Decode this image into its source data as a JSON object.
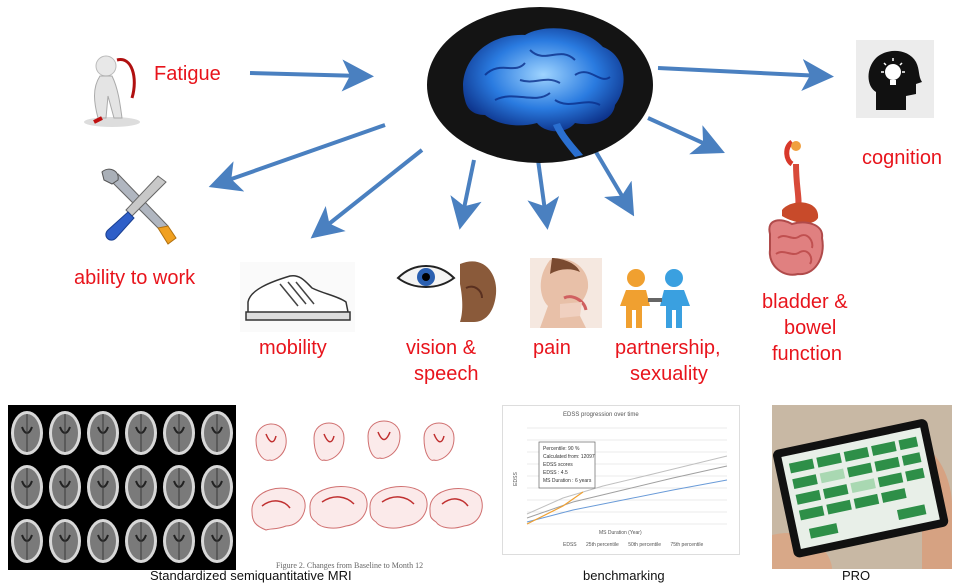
{
  "center": {
    "icon": "brain-icon"
  },
  "symptoms": {
    "fatigue": "Fatigue",
    "cognition": "cognition",
    "work": "ability to work",
    "mobility": "mobility",
    "vision_line1": "vision &",
    "vision_line2": "speech",
    "pain": "pain",
    "partner_line1": "partnership,",
    "partner_line2": "sexuality",
    "bladder_line1": "bladder &",
    "bladder_line2": "bowel",
    "bladder_line3": "function"
  },
  "icons": {
    "fatigue": "exhausted-figure-icon",
    "cognition": "head-lightbulb-icon",
    "work": "tools-icon",
    "mobility": "shoe-icon",
    "vision": "eye-icon",
    "pain": "neck-pain-icon",
    "partner": "two-people-icon",
    "bladder": "digestive-organs-icon"
  },
  "figures": {
    "mri_caption": "Standardized semiquantitative MRI",
    "benchmark_caption": "benchmarking",
    "pro_caption": "PRO",
    "brain_figure_caption": "Figure 2. Changes from Baseline to Month 12",
    "chart_title": "EDSS progression over time",
    "chart_ylabel": "EDSS",
    "chart_xlabel": "MS Duration (Year)",
    "chart_box_l1": "Percentile:  90 %",
    "chart_box_l2": "Calculated from: 12097",
    "chart_box_l3": "EDSS scores",
    "chart_box_l4": "EDSS : 4.5",
    "chart_box_l5": "MS Duration : 6 years",
    "chart_legend_1": "EDSS",
    "chart_legend_2": "25th percentile",
    "chart_legend_3": "50th percentile",
    "chart_legend_4": "75th percentile"
  },
  "colors": {
    "label": "#e8141c",
    "arrow": "#4a80c0"
  }
}
